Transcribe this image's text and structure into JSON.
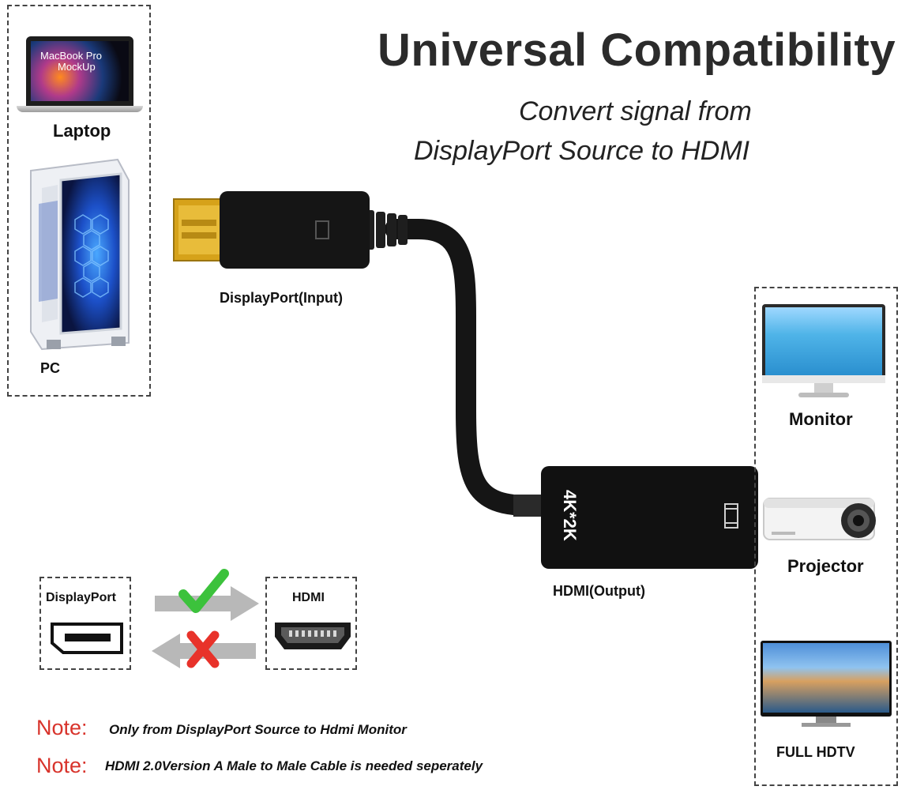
{
  "title": "Universal Compatibility",
  "subtitle": {
    "line1": "Convert signal from",
    "line2": "DisplayPort Source to HDMI"
  },
  "sources": {
    "laptop_screen_line1": "MacBook Pro",
    "laptop_screen_line2": "MockUp",
    "laptop": "Laptop",
    "pc": "PC"
  },
  "connectors": {
    "input": "DisplayPort(Input)",
    "output": "HDMI(Output)",
    "adapter_marking": "4K*2K"
  },
  "outputs": {
    "monitor": "Monitor",
    "projector": "Projector",
    "tv": "FULL HDTV"
  },
  "direction": {
    "left": "DisplayPort",
    "right": "HDMI"
  },
  "notes": [
    {
      "key": "Note:",
      "text": "Only from DisplayPort Source to Hdmi Monitor"
    },
    {
      "key": "Note:",
      "text": "HDMI 2.0Version A Male to Male Cable is needed seperately"
    }
  ],
  "colors": {
    "accent_red": "#d8332b",
    "check_green": "#3cc23c",
    "cable": "#151515",
    "gold": "#d6a21a"
  }
}
